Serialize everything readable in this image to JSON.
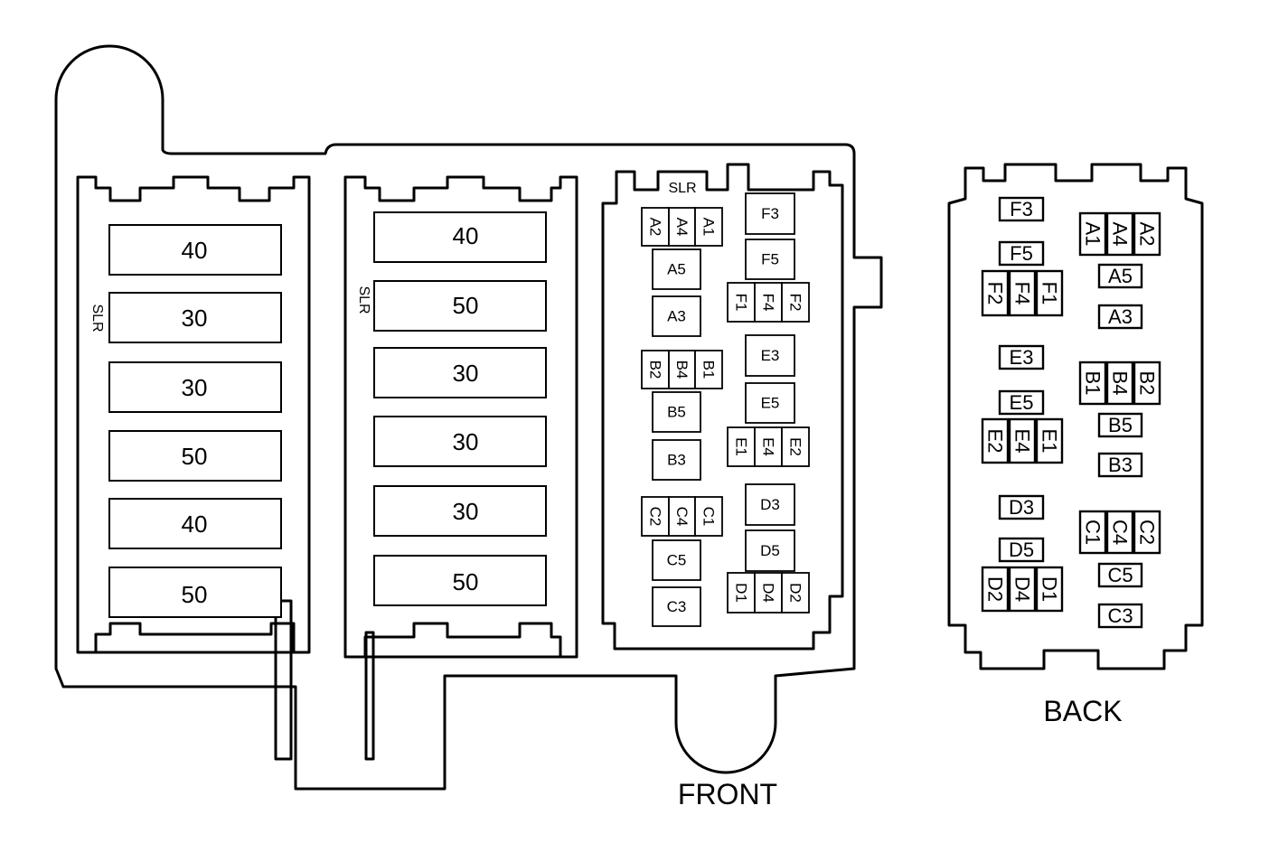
{
  "labels": {
    "front": "FRONT",
    "back": "BACK",
    "slr_left": "SLR",
    "slr_middle": "SLR",
    "slr_relay": "SLR"
  },
  "maxi_fuses_left": [
    "40",
    "30",
    "30",
    "50",
    "40",
    "50"
  ],
  "maxi_fuses_middle": [
    "40",
    "50",
    "30",
    "30",
    "30",
    "50"
  ],
  "relay_front": {
    "cells": [
      "F3",
      "F5",
      "F1",
      "F4",
      "F2",
      "A2",
      "A4",
      "A1",
      "A5",
      "A3",
      "B2",
      "B4",
      "B1",
      "B5",
      "B3",
      "E3",
      "E5",
      "E1",
      "E4",
      "E2",
      "C2",
      "C4",
      "C1",
      "C5",
      "C3",
      "D3",
      "D5",
      "D1",
      "D4",
      "D2"
    ]
  },
  "relay_back": {
    "cells": [
      "F3",
      "F5",
      "F2",
      "F4",
      "F1",
      "A1",
      "A4",
      "A2",
      "A5",
      "A3",
      "E3",
      "E5",
      "E2",
      "E4",
      "E1",
      "B1",
      "B4",
      "B2",
      "B5",
      "B3",
      "D3",
      "D5",
      "D2",
      "D4",
      "D1",
      "C1",
      "C4",
      "C2",
      "C5",
      "C3"
    ]
  }
}
